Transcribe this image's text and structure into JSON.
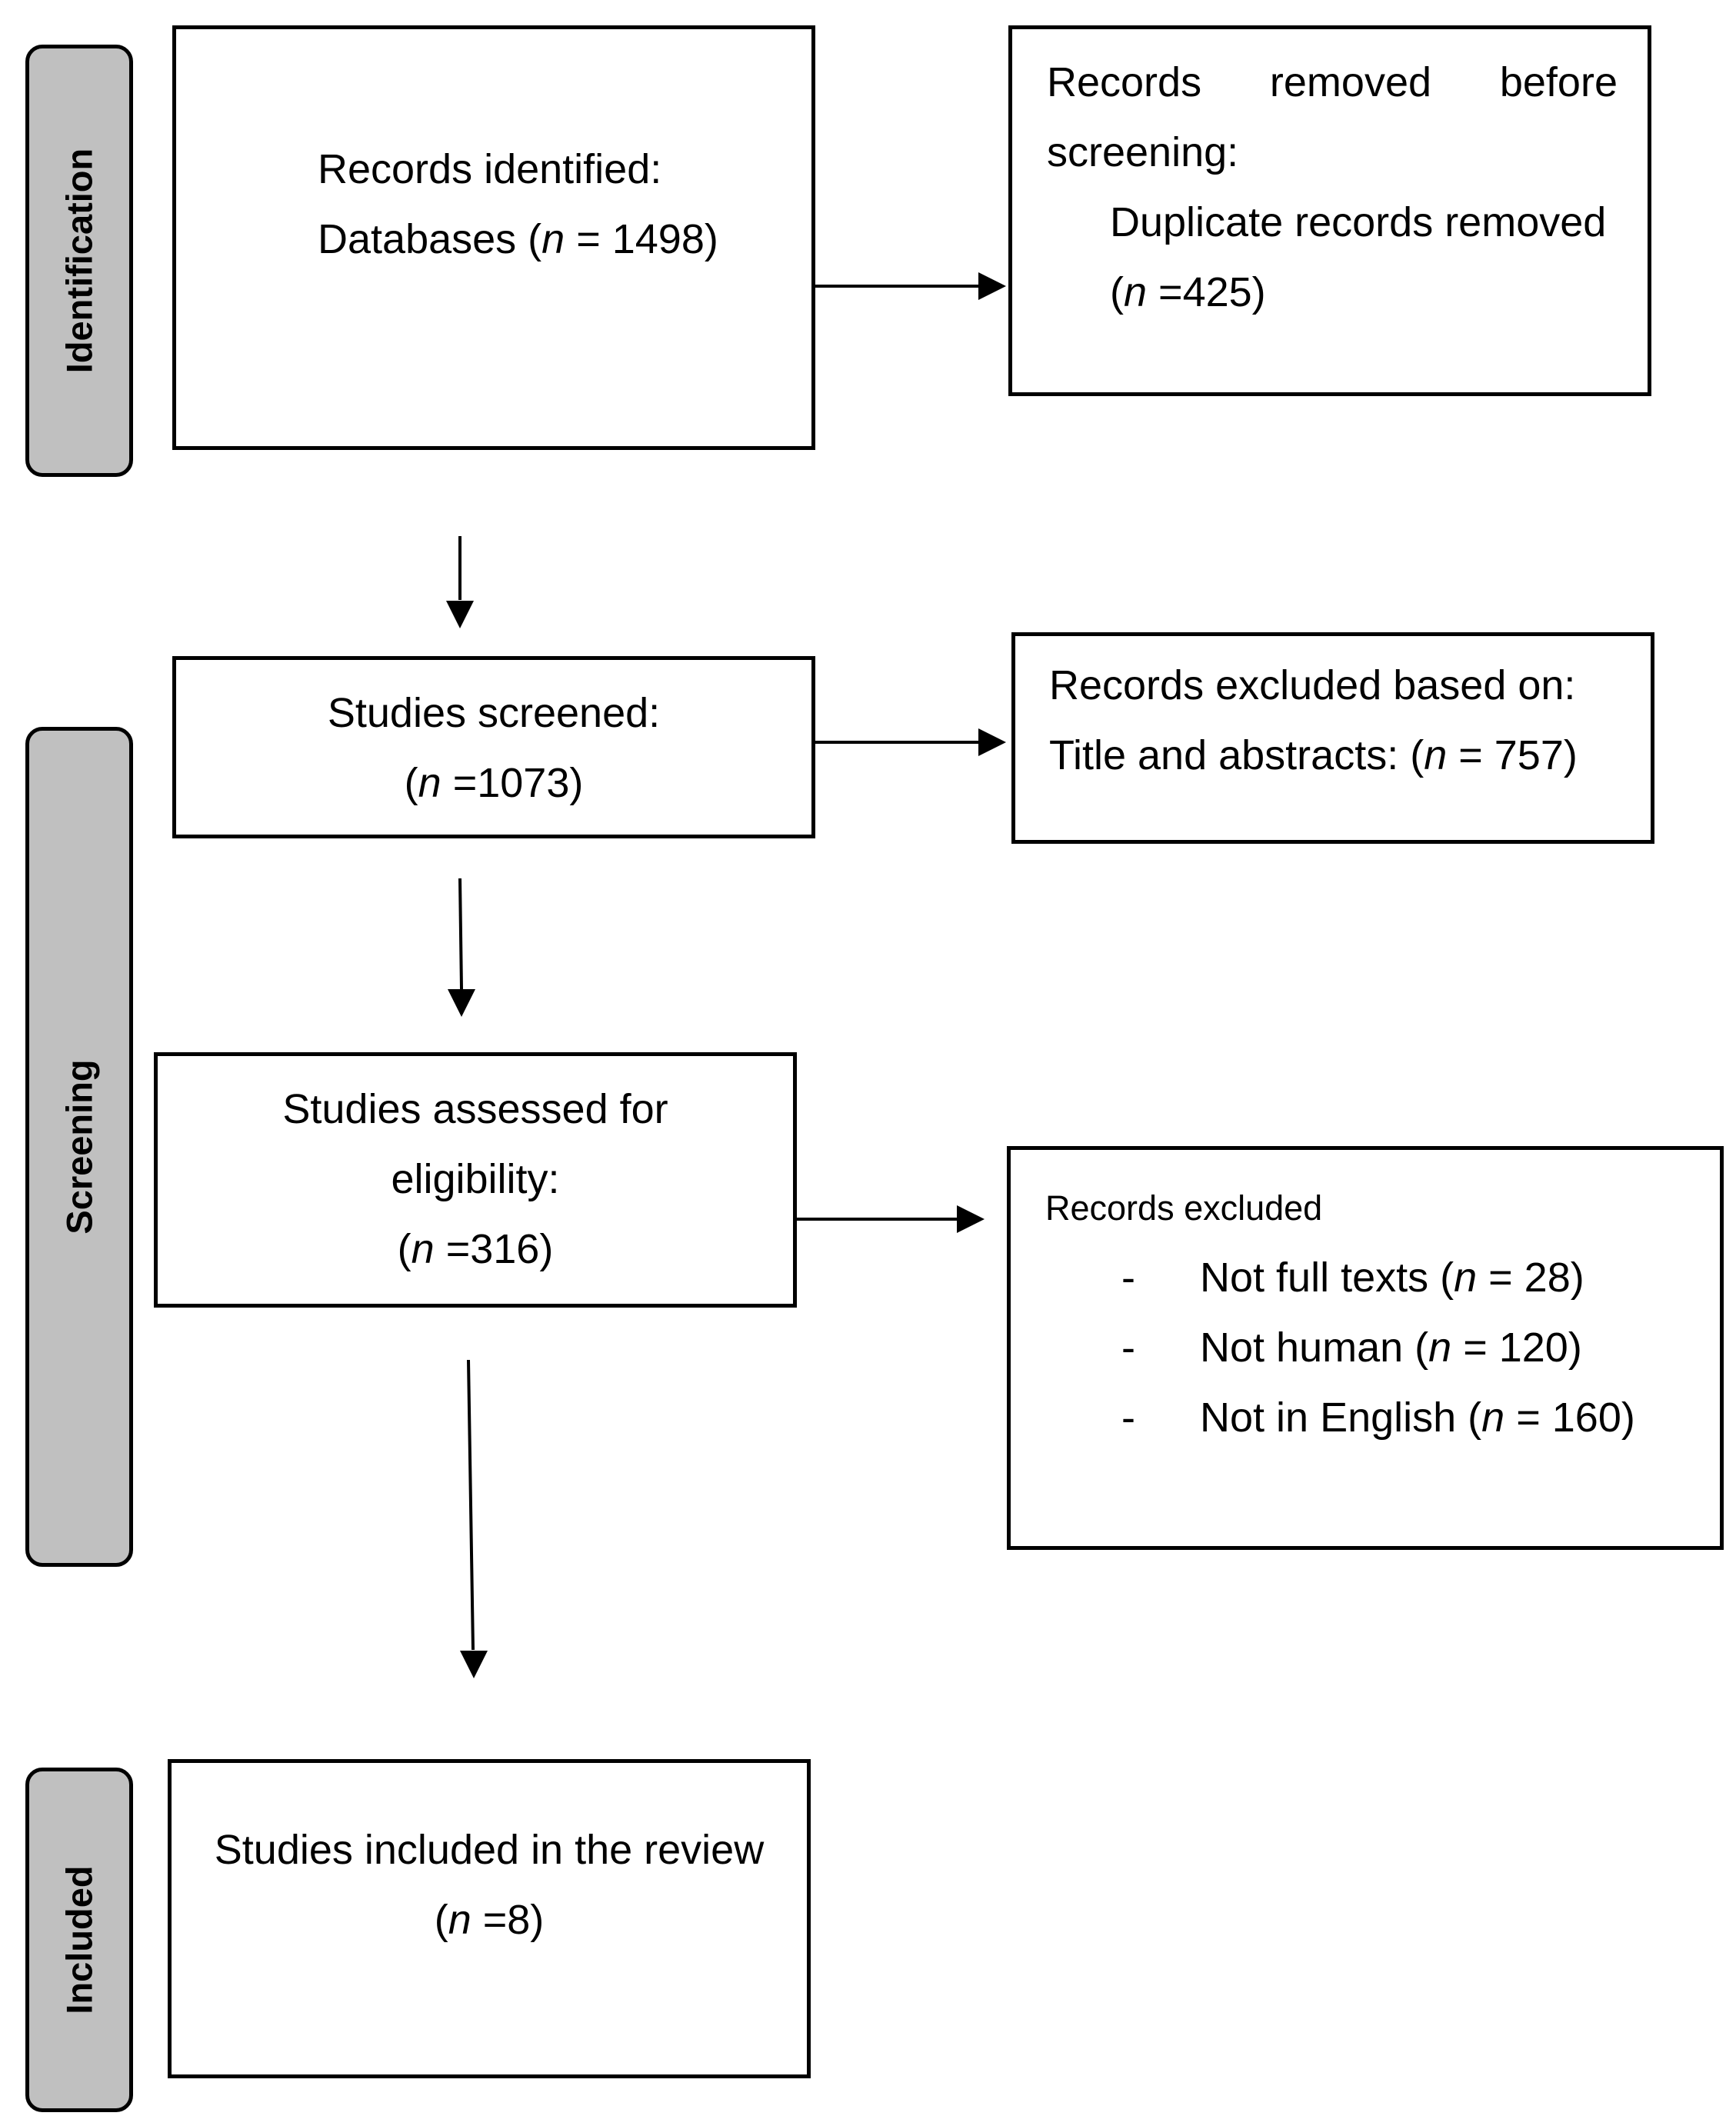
{
  "phases": {
    "identification": "Identification",
    "screening": "Screening",
    "included": "Included"
  },
  "boxes": {
    "records_identified": {
      "line1": "Records identified:",
      "line2_prefix": "Databases (",
      "n": "n",
      "line2_suffix": " = 1498)"
    },
    "removed_before": {
      "line1_words": [
        "Records",
        "removed",
        "before"
      ],
      "line2": "screening:",
      "line3": "Duplicate records removed",
      "line4_prefix": "(",
      "n": "n",
      "line4_suffix": " =425)"
    },
    "studies_screened": {
      "line1": "Studies screened:",
      "line2_prefix": "(",
      "n": "n",
      "line2_suffix": " =1073)"
    },
    "excluded_title": {
      "line1": "Records excluded based on:",
      "line2_prefix": "Title and abstracts: (",
      "n": "n",
      "line2_suffix": " = 757)"
    },
    "assessed": {
      "line1": "Studies assessed for",
      "line2": "eligibility:",
      "line3_prefix": "(",
      "n": "n",
      "line3_suffix": " =316)"
    },
    "excluded_records": {
      "title": "Records excluded",
      "items": [
        {
          "dash": "-",
          "prefix": "Not full texts (",
          "n": "n",
          "suffix": " = 28)"
        },
        {
          "dash": "-",
          "prefix": "Not human (",
          "n": "n",
          "suffix": " = 120)"
        },
        {
          "dash": "-",
          "prefix": "Not in English (",
          "n": "n",
          "suffix": " = 160)"
        }
      ]
    },
    "included_review": {
      "line1": "Studies included in the review",
      "line2_prefix": "(",
      "n": "n",
      "line2_suffix": " =8)"
    }
  }
}
